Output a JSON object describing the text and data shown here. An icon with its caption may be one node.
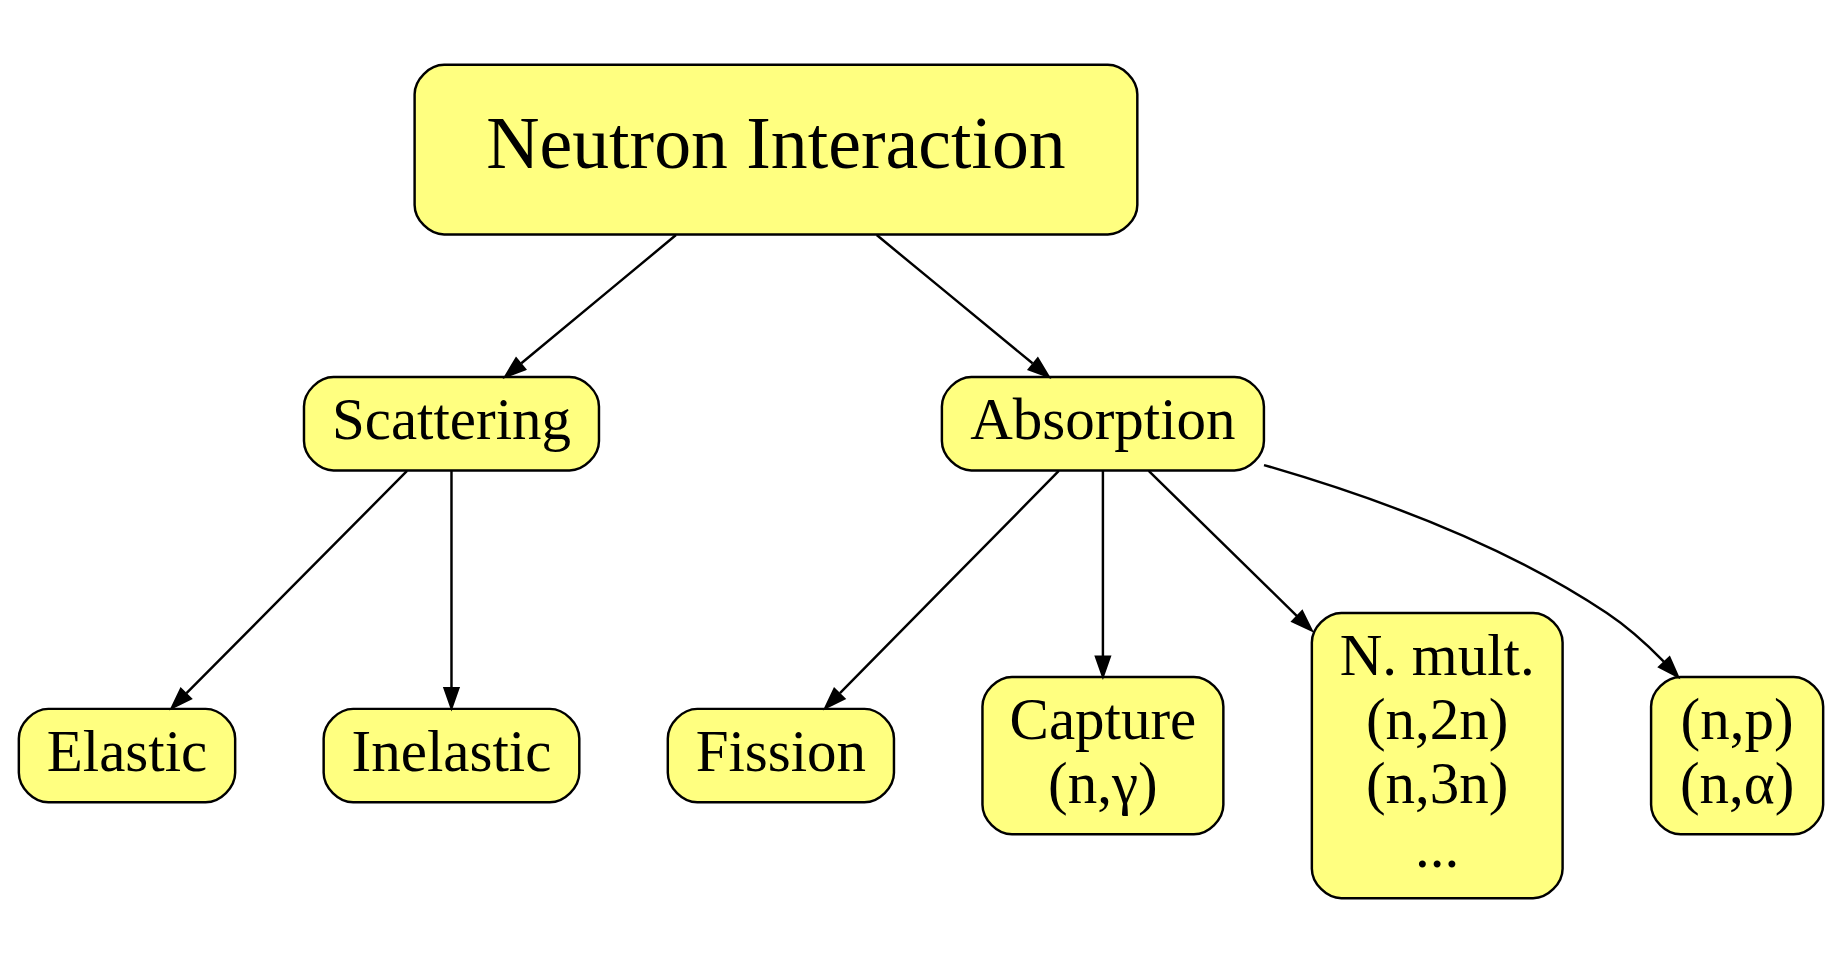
{
  "diagram": {
    "nodes": [
      {
        "text": [
          "Neutron Interaction"
        ]
      },
      {
        "text": [
          "Scattering"
        ]
      },
      {
        "text": [
          "Absorption"
        ]
      },
      {
        "text": [
          "Elastic"
        ]
      },
      {
        "text": [
          "Inelastic"
        ]
      },
      {
        "text": [
          "Fission"
        ]
      },
      {
        "text": [
          "Capture",
          "(n,γ)"
        ]
      },
      {
        "text": [
          "N. mult.",
          "(n,2n)",
          "(n,3n)",
          "..."
        ]
      },
      {
        "text": [
          "(n,p)",
          "(n,α)"
        ]
      }
    ],
    "edges": [
      {
        "from": 0,
        "to": 1,
        "arrow": "to"
      },
      {
        "from": 0,
        "to": 2,
        "arrow": "to"
      },
      {
        "from": 1,
        "to": 3,
        "arrow": "to"
      },
      {
        "from": 1,
        "to": 4,
        "arrow": "to"
      },
      {
        "from": 2,
        "to": 5,
        "arrow": "to"
      },
      {
        "from": 2,
        "to": 6,
        "arrow": "to"
      },
      {
        "from": 2,
        "to": 7,
        "arrow": "to"
      },
      {
        "from": 2,
        "to": 8,
        "arrow": "to"
      }
    ]
  }
}
